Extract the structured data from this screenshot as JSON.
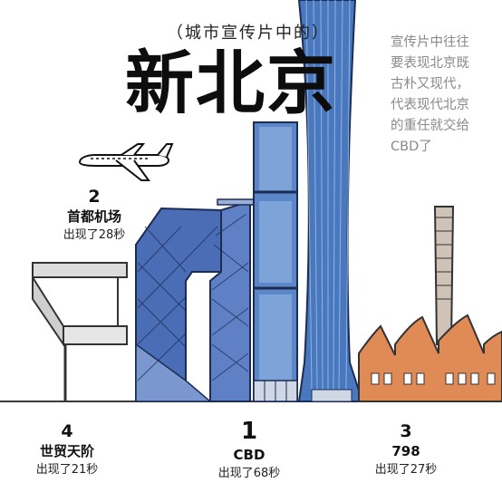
{
  "header": {
    "subtitle": "（城市宣传片中的）",
    "title": "新北京"
  },
  "side_note": {
    "lines": [
      "宣传片中往往",
      "要表现北京既",
      "古朴又现代，",
      "代表现代北京",
      "的重任就交给",
      "CBD了"
    ]
  },
  "items": [
    {
      "rank": "2",
      "name": "首都机场",
      "duration": "出现了28秒"
    },
    {
      "rank": "4",
      "name": "世贸天阶",
      "duration": "出现了21秒"
    },
    {
      "rank": "1",
      "name": "CBD",
      "duration": "出现了68秒"
    },
    {
      "rank": "3",
      "name": "798",
      "duration": "出现了27秒"
    }
  ],
  "colors": {
    "cctv_blue": "#4a6db5",
    "tower_blue": "#5b86c8",
    "tower_light": "#8fb3de",
    "factory_orange": "#e08a55",
    "chimney_gray": "#cfc3b8",
    "ground": "#3a3a3a"
  }
}
